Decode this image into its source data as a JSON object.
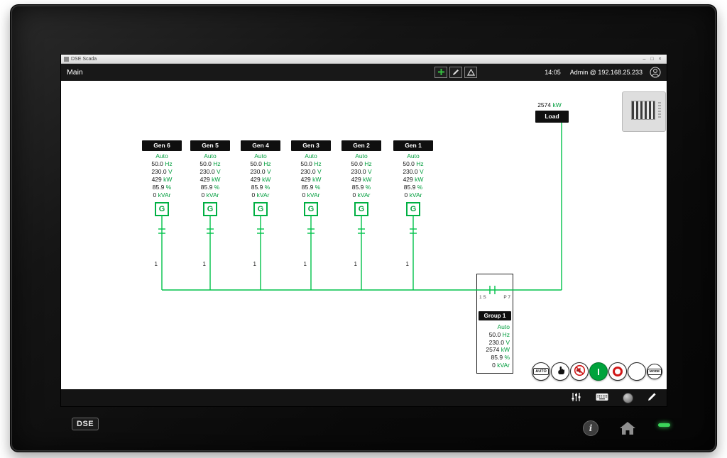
{
  "window": {
    "title": "DSE Scada",
    "minimize": "–",
    "maximize": "□",
    "close": "×"
  },
  "header": {
    "title": "Main",
    "time": "14:05",
    "user": "Admin @ 192.168.25.233",
    "toolbar_icons": [
      "pan-icon",
      "edit-icon",
      "alarm-icon"
    ]
  },
  "load": {
    "value": "2574",
    "unit": "kW",
    "label": "Load"
  },
  "generators": [
    {
      "name": "Gen 6",
      "mode": "Auto",
      "freq": "50.0",
      "freq_unit": "Hz",
      "voltage": "230.0",
      "voltage_unit": "V",
      "power": "429",
      "power_unit": "kW",
      "load_pct": "85.9",
      "load_pct_unit": "%",
      "reactive": "0",
      "reactive_unit": "kVAr",
      "symbol": "G",
      "breaker_id": "1"
    },
    {
      "name": "Gen 5",
      "mode": "Auto",
      "freq": "50.0",
      "freq_unit": "Hz",
      "voltage": "230.0",
      "voltage_unit": "V",
      "power": "429",
      "power_unit": "kW",
      "load_pct": "85.9",
      "load_pct_unit": "%",
      "reactive": "0",
      "reactive_unit": "kVAr",
      "symbol": "G",
      "breaker_id": "1"
    },
    {
      "name": "Gen 4",
      "mode": "Auto",
      "freq": "50.0",
      "freq_unit": "Hz",
      "voltage": "230.0",
      "voltage_unit": "V",
      "power": "429",
      "power_unit": "kW",
      "load_pct": "85.9",
      "load_pct_unit": "%",
      "reactive": "0",
      "reactive_unit": "kVAr",
      "symbol": "G",
      "breaker_id": "1"
    },
    {
      "name": "Gen 3",
      "mode": "Auto",
      "freq": "50.0",
      "freq_unit": "Hz",
      "voltage": "230.0",
      "voltage_unit": "V",
      "power": "429",
      "power_unit": "kW",
      "load_pct": "85.9",
      "load_pct_unit": "%",
      "reactive": "0",
      "reactive_unit": "kVAr",
      "symbol": "G",
      "breaker_id": "1"
    },
    {
      "name": "Gen 2",
      "mode": "Auto",
      "freq": "50.0",
      "freq_unit": "Hz",
      "voltage": "230.0",
      "voltage_unit": "V",
      "power": "429",
      "power_unit": "kW",
      "load_pct": "85.9",
      "load_pct_unit": "%",
      "reactive": "0",
      "reactive_unit": "kVAr",
      "symbol": "G",
      "breaker_id": "1"
    },
    {
      "name": "Gen 1",
      "mode": "Auto",
      "freq": "50.0",
      "freq_unit": "Hz",
      "voltage": "230.0",
      "voltage_unit": "V",
      "power": "429",
      "power_unit": "kW",
      "load_pct": "85.9",
      "load_pct_unit": "%",
      "reactive": "0",
      "reactive_unit": "kVAr",
      "symbol": "G",
      "breaker_id": "1"
    }
  ],
  "group_panel": {
    "left_tag": "1 S",
    "right_tag": "P 7",
    "name": "Group 1",
    "mode": "Auto",
    "freq": "50.0",
    "freq_unit": "Hz",
    "voltage": "230.0",
    "voltage_unit": "V",
    "power": "2574",
    "power_unit": "kW",
    "load_pct": "85.9",
    "load_pct_unit": "%",
    "reactive": "0",
    "reactive_unit": "kVAr"
  },
  "controls": {
    "auto_label": "AUTO",
    "manual_icon": "hand-icon",
    "mute_icon": "alarm-mute-icon",
    "start_label": "I",
    "stop_icon": "red-ring-icon",
    "mode_label": "MODE"
  },
  "bezel": {
    "logo": "DSE",
    "info": "i"
  },
  "colors": {
    "wire_green": "#00c24a",
    "text_green": "#009e3d",
    "start_green": "#00a33c",
    "stop_red": "#d01818",
    "badge_black": "#0f0f0f"
  }
}
